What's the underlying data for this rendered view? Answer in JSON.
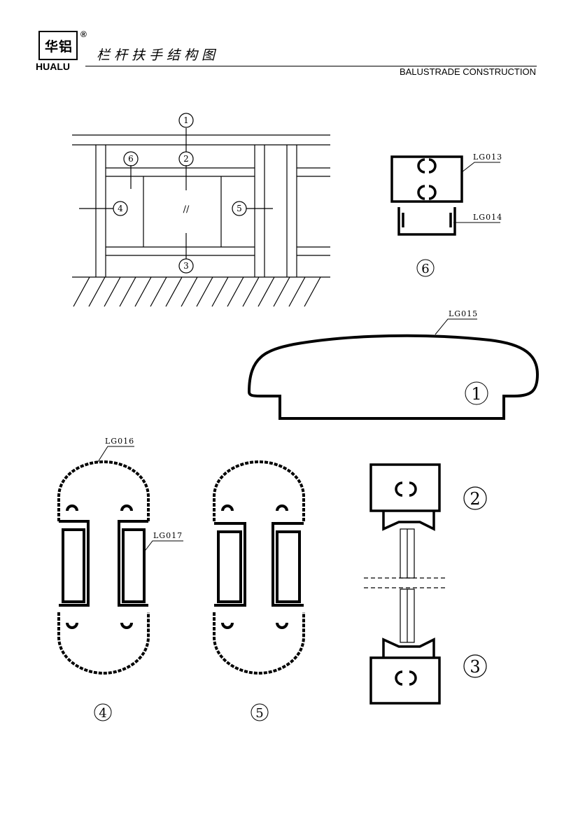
{
  "brand": {
    "logo_cn": "华铝",
    "logo_en": "HUALU",
    "registered": "®"
  },
  "header": {
    "title_cn": "栏杆扶手结构图",
    "title_en": "BALUSTRADE CONSTRUCTION"
  },
  "callouts": {
    "c1": "1",
    "c2": "2",
    "c3": "3",
    "c4": "4",
    "c5": "5",
    "c6": "6"
  },
  "profiles": {
    "lg013": "LG013",
    "lg014": "LG014",
    "lg015": "LG015",
    "lg016": "LG016",
    "lg017": "LG017"
  },
  "section_numbers": {
    "s1": "1",
    "s2": "2",
    "s3": "3",
    "s4": "4",
    "s5": "5",
    "s6": "6"
  },
  "glass_mark": "//"
}
